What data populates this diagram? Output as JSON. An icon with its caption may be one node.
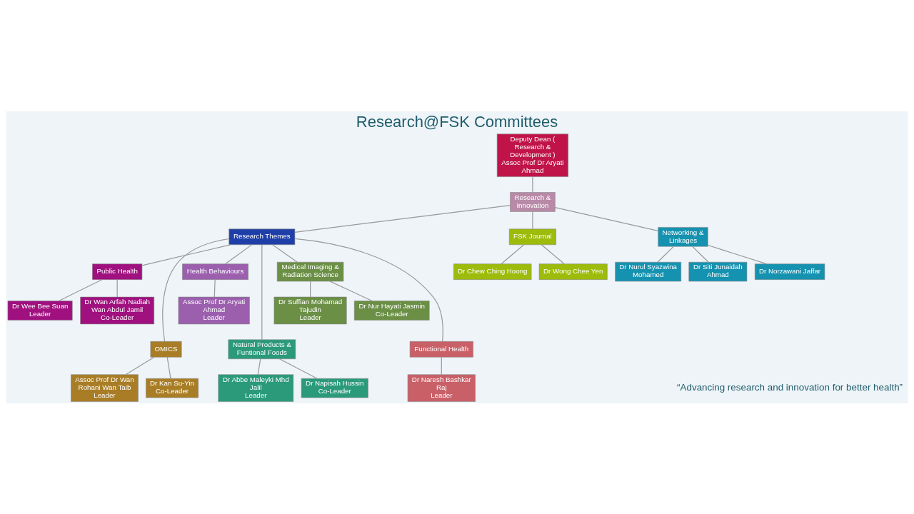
{
  "diagram": {
    "title": "Research@FSK Committees",
    "nodes": [
      {
        "text": [
          "Deputy Dean ( Research & Development )",
          "Assoc Prof Dr Aryati Ahmad"
        ]
      },
      {
        "text": [
          "Research & Innovation"
        ]
      },
      {
        "text": [
          "Research Themes"
        ]
      },
      {
        "text": [
          "FSK Journal"
        ]
      },
      {
        "text": [
          "Networking & Linkages"
        ]
      },
      {
        "text": [
          "Public Health"
        ]
      },
      {
        "text": [
          "Dr Wee Bee Suan",
          "Leader"
        ]
      },
      {
        "text": [
          "Dr Wan Arfah Nadiah Wan Abdul Jamil",
          "Co-Leader"
        ]
      },
      {
        "text": [
          "OMICS"
        ]
      },
      {
        "text": [
          "Assoc Prof Dr Wan Rohani Wan Taib",
          "Leader"
        ]
      },
      {
        "text": [
          "Dr Kan Su-Yin",
          "Co-Leader"
        ]
      },
      {
        "text": [
          "Health Behaviours"
        ]
      },
      {
        "text": [
          "Assoc Prof Dr Aryati Ahmad",
          "Leader"
        ]
      },
      {
        "text": [
          "Natural Products & Funtional Foods"
        ]
      },
      {
        "text": [
          "Dr Abbe Maleyki Mhd Jalil",
          "Leader"
        ]
      },
      {
        "text": [
          "Dr Napisah Hussin",
          "Co-Leader"
        ]
      },
      {
        "text": [
          "Medical Imaging & Radiation Science"
        ]
      },
      {
        "text": [
          "Dr Suffian Mohamad Tajudin",
          "Leader"
        ]
      },
      {
        "text": [
          "Dr Nur Hayati Jasmin",
          "Co-Leader"
        ]
      },
      {
        "text": [
          "Functional Health"
        ]
      },
      {
        "text": [
          "Dr Naresh Bashkar Raj",
          "Leader"
        ]
      },
      {
        "text": [
          "Dr Chew Ching Hoong"
        ]
      },
      {
        "text": [
          "Dr Wong Chee Yen"
        ]
      },
      {
        "text": [
          "Dr Nurul Syazwina Mohamed"
        ]
      },
      {
        "text": [
          "Dr Siti Junaidah Ahmad"
        ]
      },
      {
        "text": [
          "Dr Norzawani Jaffar"
        ]
      }
    ],
    "edges": [
      {
        "from": 0,
        "to": 1,
        "arrow": "none"
      },
      {
        "from": 1,
        "to": 2,
        "arrow": "none"
      },
      {
        "from": 1,
        "to": 3,
        "arrow": "none"
      },
      {
        "from": 1,
        "to": 4,
        "arrow": "none"
      },
      {
        "from": 2,
        "to": 5,
        "arrow": "none"
      },
      {
        "from": 2,
        "to": 8,
        "arrow": "none"
      },
      {
        "from": 2,
        "to": 11,
        "arrow": "none"
      },
      {
        "from": 2,
        "to": 13,
        "arrow": "none"
      },
      {
        "from": 2,
        "to": 16,
        "arrow": "none"
      },
      {
        "from": 2,
        "to": 19,
        "arrow": "none"
      },
      {
        "from": 5,
        "to": 6,
        "arrow": "none"
      },
      {
        "from": 5,
        "to": 7,
        "arrow": "none"
      },
      {
        "from": 8,
        "to": 9,
        "arrow": "none"
      },
      {
        "from": 8,
        "to": 10,
        "arrow": "none"
      },
      {
        "from": 11,
        "to": 12,
        "arrow": "none"
      },
      {
        "from": 13,
        "to": 14,
        "arrow": "none"
      },
      {
        "from": 13,
        "to": 15,
        "arrow": "none"
      },
      {
        "from": 16,
        "to": 17,
        "arrow": "none"
      },
      {
        "from": 16,
        "to": 18,
        "arrow": "none"
      },
      {
        "from": 19,
        "to": 20,
        "arrow": "none"
      },
      {
        "from": 3,
        "to": 21,
        "arrow": "none"
      },
      {
        "from": 3,
        "to": 22,
        "arrow": "none"
      },
      {
        "from": 4,
        "to": 23,
        "arrow": "none"
      },
      {
        "from": 4,
        "to": 24,
        "arrow": "none"
      },
      {
        "from": 4,
        "to": 25,
        "arrow": "none"
      }
    ],
    "labels": [
      "“Advancing research and innovation for better health”"
    ]
  }
}
